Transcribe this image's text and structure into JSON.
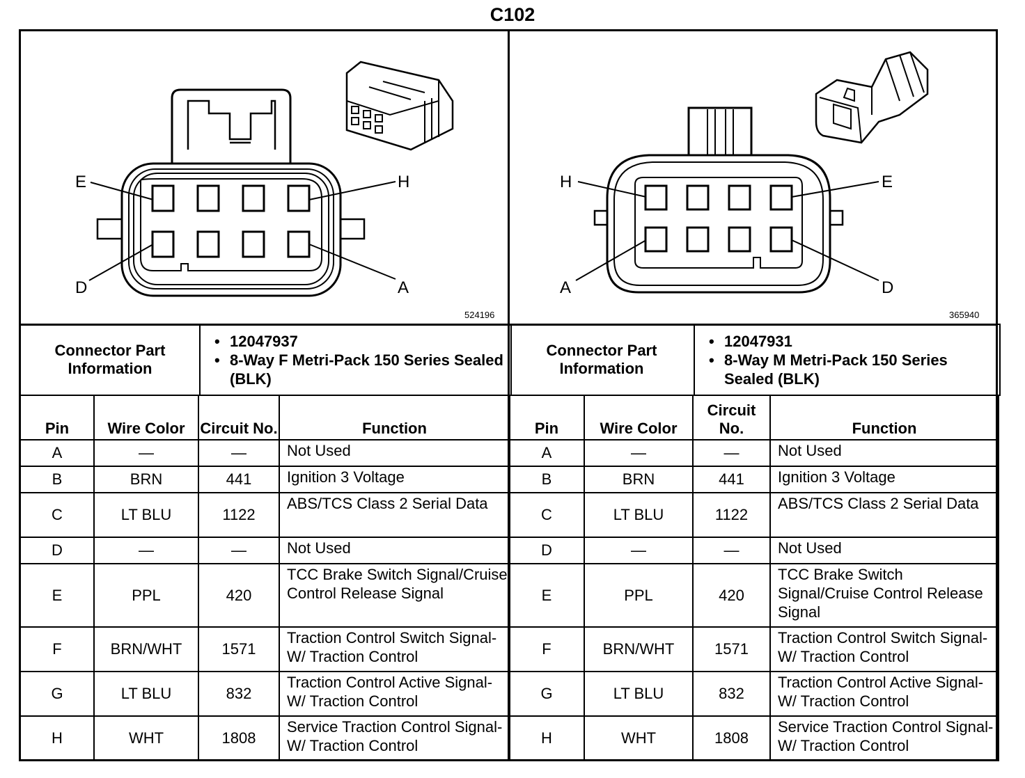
{
  "title": "C102",
  "left": {
    "figure_number": "524196",
    "pin_labels": {
      "E": "E",
      "H": "H",
      "D": "D",
      "A": "A"
    },
    "connector_info_label": "Connector Part Information",
    "part_number": "12047937",
    "description": "8-Way F Metri-Pack 150 Series Sealed (BLK)",
    "headers": {
      "pin": "Pin",
      "wire_color": "Wire Color",
      "circuit": "Circuit No.",
      "function": "Function"
    },
    "rows": [
      {
        "pin": "A",
        "wire": "—",
        "circuit": "—",
        "function": "Not Used"
      },
      {
        "pin": "B",
        "wire": "BRN",
        "circuit": "441",
        "function": "Ignition 3 Voltage"
      },
      {
        "pin": "C",
        "wire": "LT BLU",
        "circuit": "1122",
        "function": "ABS/TCS Class 2 Serial Data"
      },
      {
        "pin": "D",
        "wire": "—",
        "circuit": "—",
        "function": "Not Used"
      },
      {
        "pin": "E",
        "wire": "PPL",
        "circuit": "420",
        "function": "TCC Brake Switch Signal/Cruise Control Release Signal"
      },
      {
        "pin": "F",
        "wire": "BRN/WHT",
        "circuit": "1571",
        "function": "Traction Control Switch Signal-W/ Traction Control"
      },
      {
        "pin": "G",
        "wire": "LT BLU",
        "circuit": "832",
        "function": "Traction Control Active Signal-W/ Traction Control"
      },
      {
        "pin": "H",
        "wire": "WHT",
        "circuit": "1808",
        "function": "Service Traction Control Signal-W/ Traction Control"
      }
    ]
  },
  "right": {
    "figure_number": "365940",
    "pin_labels": {
      "H": "H",
      "E": "E",
      "A": "A",
      "D": "D"
    },
    "connector_info_label": "Connector Part Information",
    "part_number": "12047931",
    "description": "8-Way M Metri-Pack 150 Series Sealed (BLK)",
    "headers": {
      "pin": "Pin",
      "wire_color": "Wire Color",
      "circuit": "Circuit No.",
      "function": "Function"
    },
    "rows": [
      {
        "pin": "A",
        "wire": "—",
        "circuit": "—",
        "function": "Not Used"
      },
      {
        "pin": "B",
        "wire": "BRN",
        "circuit": "441",
        "function": "Ignition 3 Voltage"
      },
      {
        "pin": "C",
        "wire": "LT BLU",
        "circuit": "1122",
        "function": "ABS/TCS Class 2 Serial Data"
      },
      {
        "pin": "D",
        "wire": "—",
        "circuit": "—",
        "function": "Not Used"
      },
      {
        "pin": "E",
        "wire": "PPL",
        "circuit": "420",
        "function": "TCC Brake Switch Signal/Cruise Control Release Signal"
      },
      {
        "pin": "F",
        "wire": "BRN/WHT",
        "circuit": "1571",
        "function": "Traction Control Switch Signal-W/ Traction Control"
      },
      {
        "pin": "G",
        "wire": "LT BLU",
        "circuit": "832",
        "function": "Traction Control Active Signal-W/ Traction Control"
      },
      {
        "pin": "H",
        "wire": "WHT",
        "circuit": "1808",
        "function": "Service Traction Control Signal-W/ Traction Control"
      }
    ]
  }
}
